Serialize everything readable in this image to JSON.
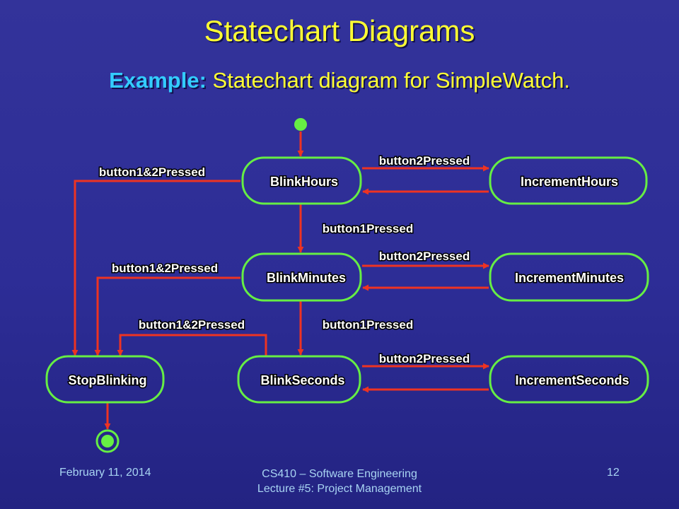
{
  "slide": {
    "title": "Statechart Diagrams",
    "subtitle_prefix": "Example:",
    "subtitle_text": "Statechart diagram for SimpleWatch."
  },
  "diagram": {
    "states": {
      "blink_hours": "BlinkHours",
      "increment_hours": "IncrementHours",
      "blink_minutes": "BlinkMinutes",
      "increment_minutes": "IncrementMinutes",
      "blink_seconds": "BlinkSeconds",
      "increment_seconds": "IncrementSeconds",
      "stop_blinking": "StopBlinking"
    },
    "transitions": {
      "hours_b2": "button2Pressed",
      "hours_b12": "button1&2Pressed",
      "hours_b1": "button1Pressed",
      "minutes_b2": "button2Pressed",
      "minutes_b12": "button1&2Pressed",
      "minutes_b1": "button1Pressed",
      "seconds_b12": "button1&2Pressed",
      "seconds_b2": "button2Pressed"
    },
    "colors": {
      "state_border": "#66ee44",
      "arrow": "#ee3322",
      "initial_dot": "#66ee44"
    }
  },
  "footer": {
    "date": "February 11, 2014",
    "course_line1": "CS410 – Software Engineering",
    "course_line2": "Lecture #5: Project Management",
    "page": "12"
  }
}
